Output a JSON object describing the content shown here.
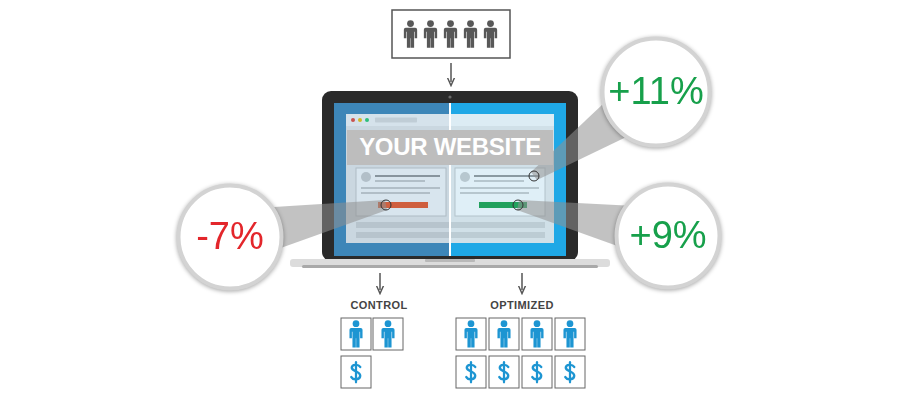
{
  "diagram": {
    "nodes": [
      {
        "text": [
          "+11%"
        ]
      },
      {
        "text": [
          "YOUR WEBSITE"
        ]
      },
      {
        "text": [
          "-7%"
        ]
      },
      {
        "text": [
          "+9%"
        ]
      }
    ],
    "labels": [
      "CONTROL",
      "OPTIMIZED"
    ]
  }
}
